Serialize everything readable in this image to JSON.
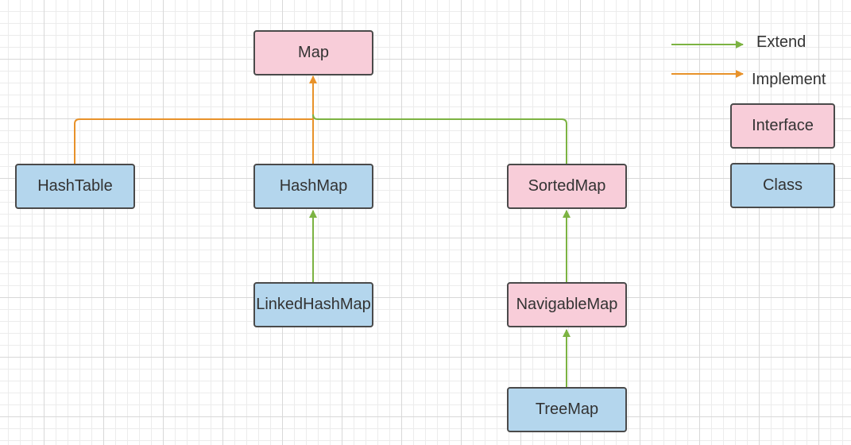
{
  "nodes": {
    "map": "Map",
    "hashtable": "HashTable",
    "hashmap": "HashMap",
    "sortedmap": "SortedMap",
    "linkedhashmap": "LinkedHashMap",
    "navigablemap": "NavigableMap",
    "treemap": "TreeMap"
  },
  "legend": {
    "extend": "Extend",
    "implement": "Implement",
    "interface": "Interface",
    "class": "Class"
  },
  "colors": {
    "extend": "#7cb342",
    "implement": "#e8922a",
    "interface_fill": "#f8cdd9",
    "class_fill": "#b4d6ed",
    "border": "#4a4a4a"
  }
}
